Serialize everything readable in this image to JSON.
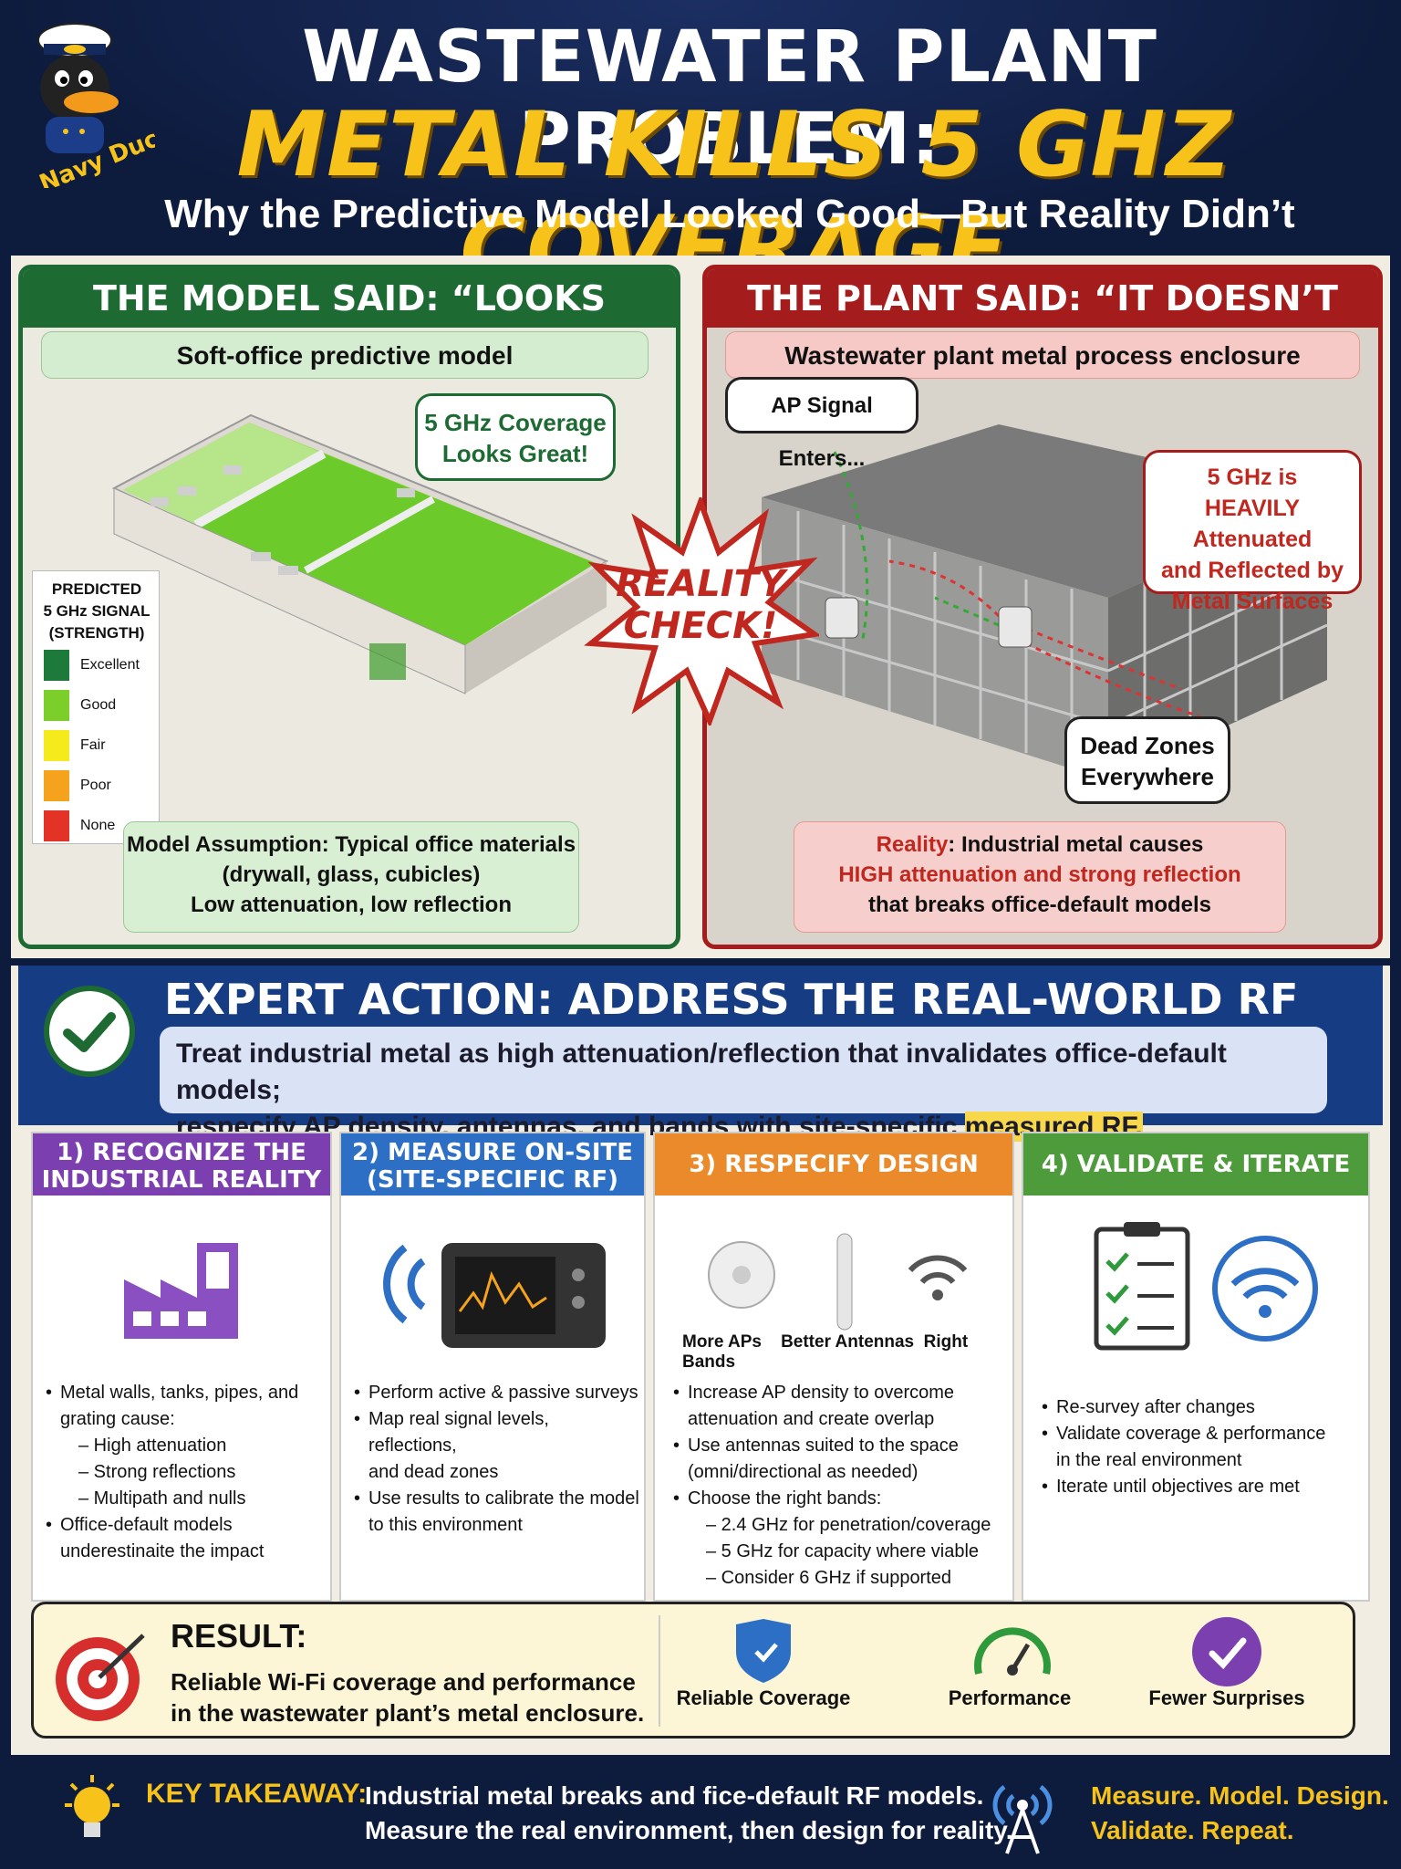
{
  "header": {
    "logo_text": "Navy Duck",
    "title_line1": "WASTEWATER PLANT PROBLEM:",
    "title_line2": "METAL KILLS 5 GHZ COVERAGE",
    "subtitle": "Why the Predictive Model Looked Good—But Reality Didn’t"
  },
  "left_panel": {
    "heading": "THE MODEL SAID: “LOOKS GOOD”",
    "subheading": "Soft-office predictive model",
    "callout": [
      "5 GHz Coverage",
      "Looks Great!"
    ],
    "legend": {
      "title": [
        "PREDICTED",
        "5 GHz SIGNAL",
        "(STRENGTH)"
      ],
      "items": [
        {
          "label": "Excellent",
          "color": "#1d7a3a"
        },
        {
          "label": "Good",
          "color": "#7ccf2a"
        },
        {
          "label": "Fair",
          "color": "#f4ea1c"
        },
        {
          "label": "Poor",
          "color": "#f5a21c"
        },
        {
          "label": "None",
          "color": "#e23326"
        }
      ]
    },
    "assumption": [
      "Model Assumption: Typical office materials",
      "(drywall, glass, cubicles)",
      "Low attenuation, low reflection"
    ]
  },
  "reality_check": [
    "REALITY",
    "CHECK!"
  ],
  "right_panel": {
    "heading": "THE PLANT SAID: “IT DOESN’T WORK”",
    "subheading": "Wastewater plant metal process enclosure",
    "callout_ap": "AP Signal Enters...",
    "callout_atten": [
      "5 GHz is",
      "HEAVILY Attenuated",
      "and Reflected by",
      "Metal Surfaces"
    ],
    "callout_dead": [
      "Dead Zones",
      "Everywhere"
    ],
    "reality_prefix": "Reality",
    "reality_line1_rest": ": Industrial metal causes",
    "reality_line2": "HIGH attenuation and strong reflection",
    "reality_line3": "that breaks office-default models"
  },
  "expert": {
    "title": "EXPERT ACTION: ADDRESS THE REAL-WORLD RF",
    "desc_line1": "Treat industrial metal as high attenuation/reflection that invalidates office-default models;",
    "desc_line2_pre": "respecify AP density, antennas, and bands with site-specific ",
    "desc_line2_hl": "measured RF."
  },
  "steps": [
    {
      "title": [
        "1) RECOGNIZE THE",
        "INDUSTRIAL REALITY"
      ],
      "color": "#7b3fb0",
      "bullets": [
        {
          "t": "b",
          "text": "Metal walls, tanks, pipes, and"
        },
        {
          "t": "c",
          "text": "grating cause:"
        },
        {
          "t": "d",
          "text": "– High attenuation"
        },
        {
          "t": "d",
          "text": "– Strong reflections"
        },
        {
          "t": "d",
          "text": "– Multipath and nulls"
        },
        {
          "t": "b",
          "text": "Office-default models"
        },
        {
          "t": "c",
          "text": "underestinaite the impact"
        }
      ]
    },
    {
      "title": [
        "2) MEASURE ON-SITE",
        "(SITE-SPECIFIC RF)"
      ],
      "color": "#2c6fc4",
      "bullets": [
        {
          "t": "b",
          "text": "Perform active & passive surveys"
        },
        {
          "t": "b",
          "text": "Map real signal levels, reflections,"
        },
        {
          "t": "c",
          "text": "and dead zones"
        },
        {
          "t": "b",
          "text": "Use results to calibrate the model"
        },
        {
          "t": "c",
          "text": "to this environment"
        }
      ]
    },
    {
      "title": [
        "3) RESPECIFY DESIGN"
      ],
      "color": "#ea8a2a",
      "icon_labels": [
        "More APs",
        "Better Antennas",
        "Right Bands"
      ],
      "bullets": [
        {
          "t": "b",
          "text": "Increase AP density to overcome"
        },
        {
          "t": "c",
          "text": "attenuation and create overlap"
        },
        {
          "t": "b",
          "text": "Use antennas suited to the space"
        },
        {
          "t": "c",
          "text": "(omni/directional as needed)"
        },
        {
          "t": "b",
          "text": "Choose the right bands:"
        },
        {
          "t": "d",
          "text": "– 2.4 GHz for penetration/coverage"
        },
        {
          "t": "d",
          "text": "– 5 GHz for capacity where viable"
        },
        {
          "t": "d",
          "text": "– Consider 6 GHz if supported"
        }
      ]
    },
    {
      "title": [
        "4) VALIDATE & ITERATE"
      ],
      "color": "#4e9b3c",
      "bullets": [
        {
          "t": "b",
          "text": "Re-survey after changes"
        },
        {
          "t": "b",
          "text": "Validate coverage & performance"
        },
        {
          "t": "c",
          "text": "in the real environment"
        },
        {
          "t": "b",
          "text": "Iterate until objectives are met"
        }
      ]
    }
  ],
  "result": {
    "label": "RESULT:",
    "line1": "Reliable Wi-Fi coverage and performance",
    "line2": "in the wastewater plant’s metal enclosure.",
    "items": [
      "Reliable Coverage",
      "Performance",
      "Fewer Surprises"
    ]
  },
  "footer": {
    "label": "KEY TAKEAWAY:",
    "line1": "Industrial metal breaks and fice-default RF models.",
    "line2": "Measure the real environment, then design for reality.",
    "motto1": "Measure. Model. Design.",
    "motto2": "Validate. Repeat."
  }
}
